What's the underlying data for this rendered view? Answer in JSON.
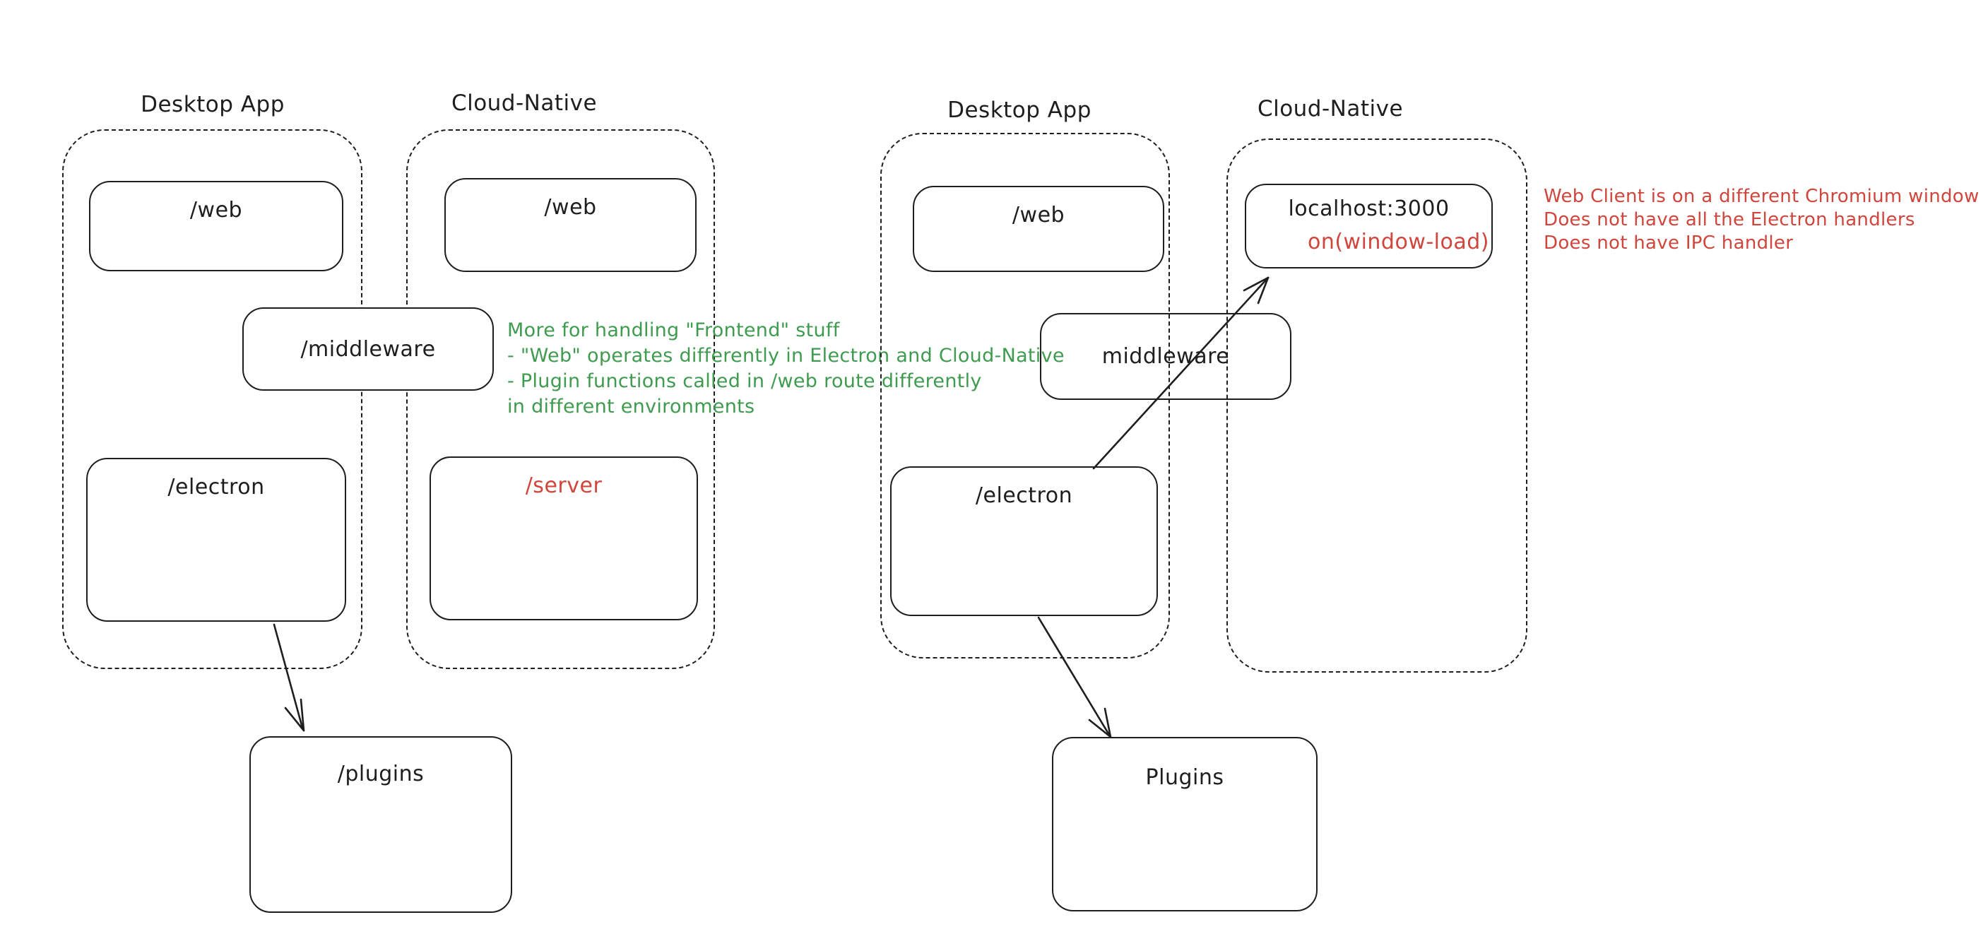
{
  "colors": {
    "stroke": "#1e1e1e",
    "green": "#3f9b4f",
    "red": "#d0453c"
  },
  "diagram": {
    "left": {
      "desktop": {
        "label": "Desktop App",
        "web": "/web",
        "electron": "/electron"
      },
      "cloud": {
        "label": "Cloud-Native",
        "web": "/web",
        "server": "/server"
      },
      "middleware": "/middleware",
      "plugins": "/plugins",
      "note_green": {
        "lines": [
          "More for handling \"Frontend\" stuff",
          "- \"Web\" operates differently in Electron and Cloud-Native",
          "- Plugin functions called in /web route differently",
          "in different environments"
        ]
      }
    },
    "right": {
      "desktop": {
        "label": "Desktop App",
        "web": "/web",
        "electron": "/electron"
      },
      "cloud": {
        "label": "Cloud-Native",
        "localhost": "localhost:3000",
        "on_window_load": "on(window-load)"
      },
      "middleware": "middleware",
      "plugins": "Plugins",
      "note_red": {
        "lines": [
          "Web Client is on a different Chromium window",
          "Does not have all the Electron handlers",
          "Does not have IPC handler"
        ]
      }
    }
  }
}
